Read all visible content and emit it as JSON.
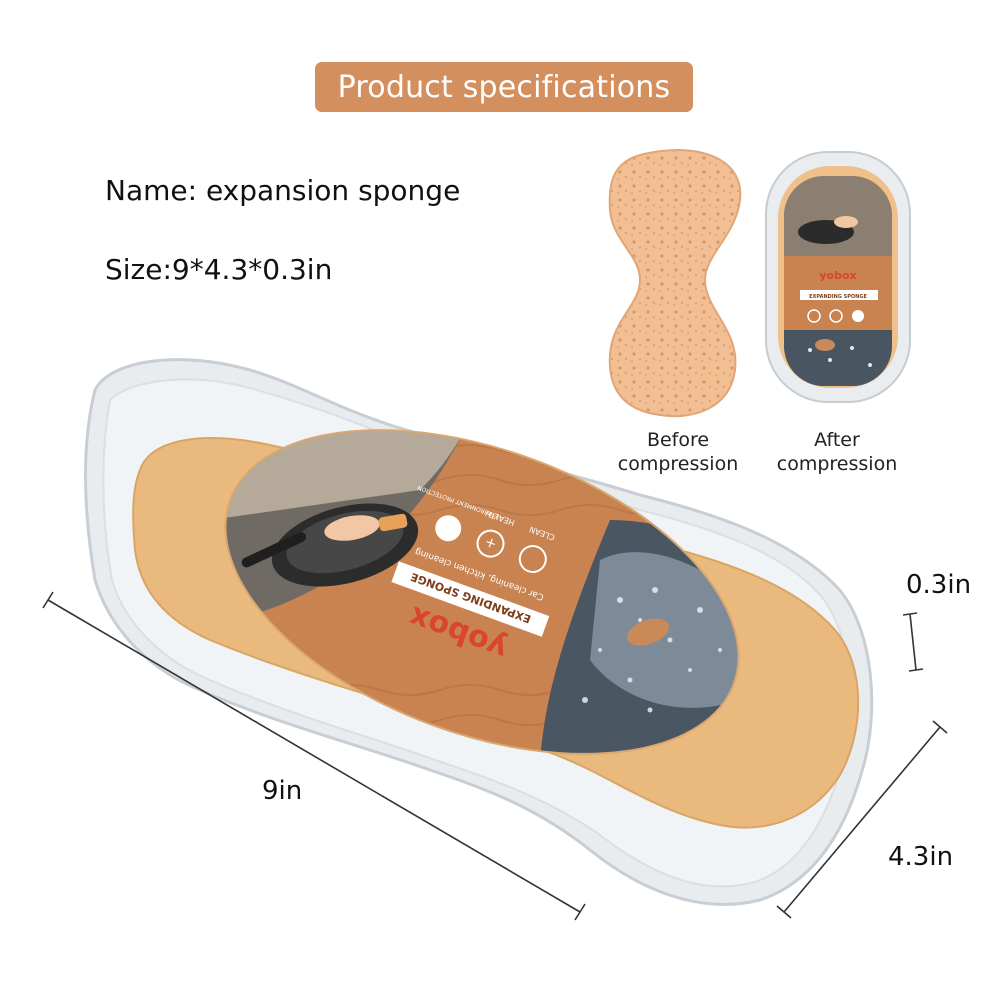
{
  "banner": {
    "title": "Product specifications"
  },
  "specs": {
    "name": "Name: expansion sponge",
    "size": "Size:9*4.3*0.3in"
  },
  "comparison": {
    "before_line1": "Before",
    "before_line2": "compression",
    "after_line1": "After",
    "after_line2": "compression"
  },
  "dimensions": {
    "thickness": "0.3in",
    "length": "9in",
    "width": "4.3in"
  },
  "package_label": {
    "brand": "yobox",
    "product": "EXPANDING SPONGE",
    "usage": "Car cleaning, kitchen cleaning",
    "icon1": "CLEAN",
    "icon2": "HEALTH",
    "icon3": "ENVIRONMENT PROTECTION"
  },
  "colors": {
    "banner": "#d48f5e",
    "sponge": "#eab97e",
    "label": "#c98350",
    "brand_red": "#d9452e"
  },
  "icons": [
    "recycle-icon",
    "shield-plus-icon",
    "leaf-icon"
  ]
}
